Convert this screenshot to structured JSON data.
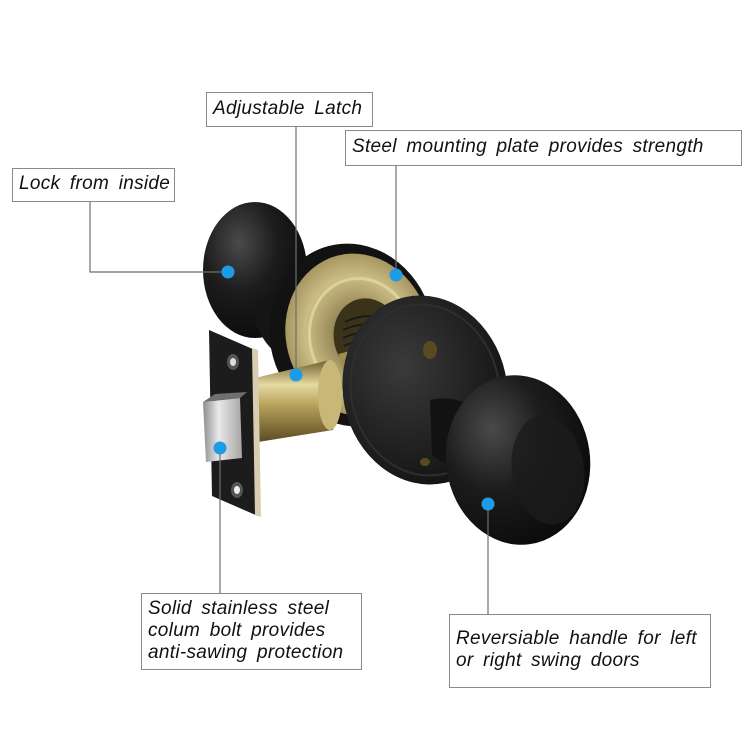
{
  "product": {
    "name": "door-knob-lockset",
    "finish_color": "#141414",
    "brass_color": "#b9a56a",
    "marker_color": "#1e9be6",
    "leader_color": "#6e6e6e"
  },
  "callouts": {
    "adjustable_latch": {
      "lines": [
        "Adjustable  Latch"
      ]
    },
    "mounting_plate": {
      "lines": [
        "Steel  mounting  plate  provides  strength"
      ]
    },
    "lock_inside": {
      "lines": [
        "Lock from inside"
      ]
    },
    "bolt": {
      "lines": [
        "Solid  stainless  steel",
        "colum  bolt  provides",
        "anti-sawing  protection"
      ]
    },
    "reversible": {
      "lines": [
        "Reversiable  handle  for left",
        "or  right swing  doors"
      ]
    }
  }
}
